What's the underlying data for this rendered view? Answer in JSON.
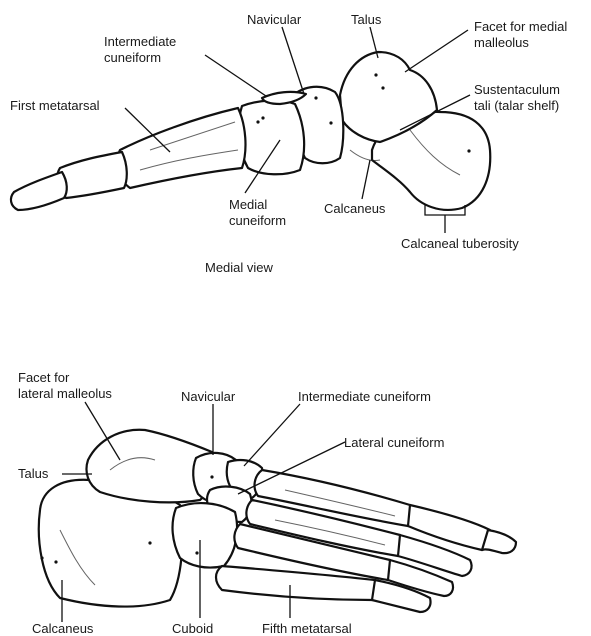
{
  "medial": {
    "caption": "Medial view",
    "labels": {
      "navicular": "Navicular",
      "talus": "Talus",
      "facet_medial_malleolus_1": "Facet for medial",
      "facet_medial_malleolus_2": "malleolus",
      "intermediate_cuneiform_1": "Intermediate",
      "intermediate_cuneiform_2": "cuneiform",
      "sustentaculum_1": "Sustentaculum",
      "sustentaculum_2": "tali (talar shelf)",
      "first_metatarsal": "First metatarsal",
      "medial_cuneiform_1": "Medial",
      "medial_cuneiform_2": "cuneiform",
      "calcaneus": "Calcaneus",
      "calcaneal_tuberosity": "Calcaneal tuberosity"
    }
  },
  "lateral": {
    "labels": {
      "facet_lateral_malleolus_1": "Facet for",
      "facet_lateral_malleolus_2": "lateral malleolus",
      "navicular": "Navicular",
      "intermediate_cuneiform": "Intermediate cuneiform",
      "lateral_cuneiform": "Lateral cuneiform",
      "talus": "Talus",
      "calcaneus": "Calcaneus",
      "cuboid": "Cuboid",
      "fifth_metatarsal": "Fifth metatarsal"
    }
  }
}
